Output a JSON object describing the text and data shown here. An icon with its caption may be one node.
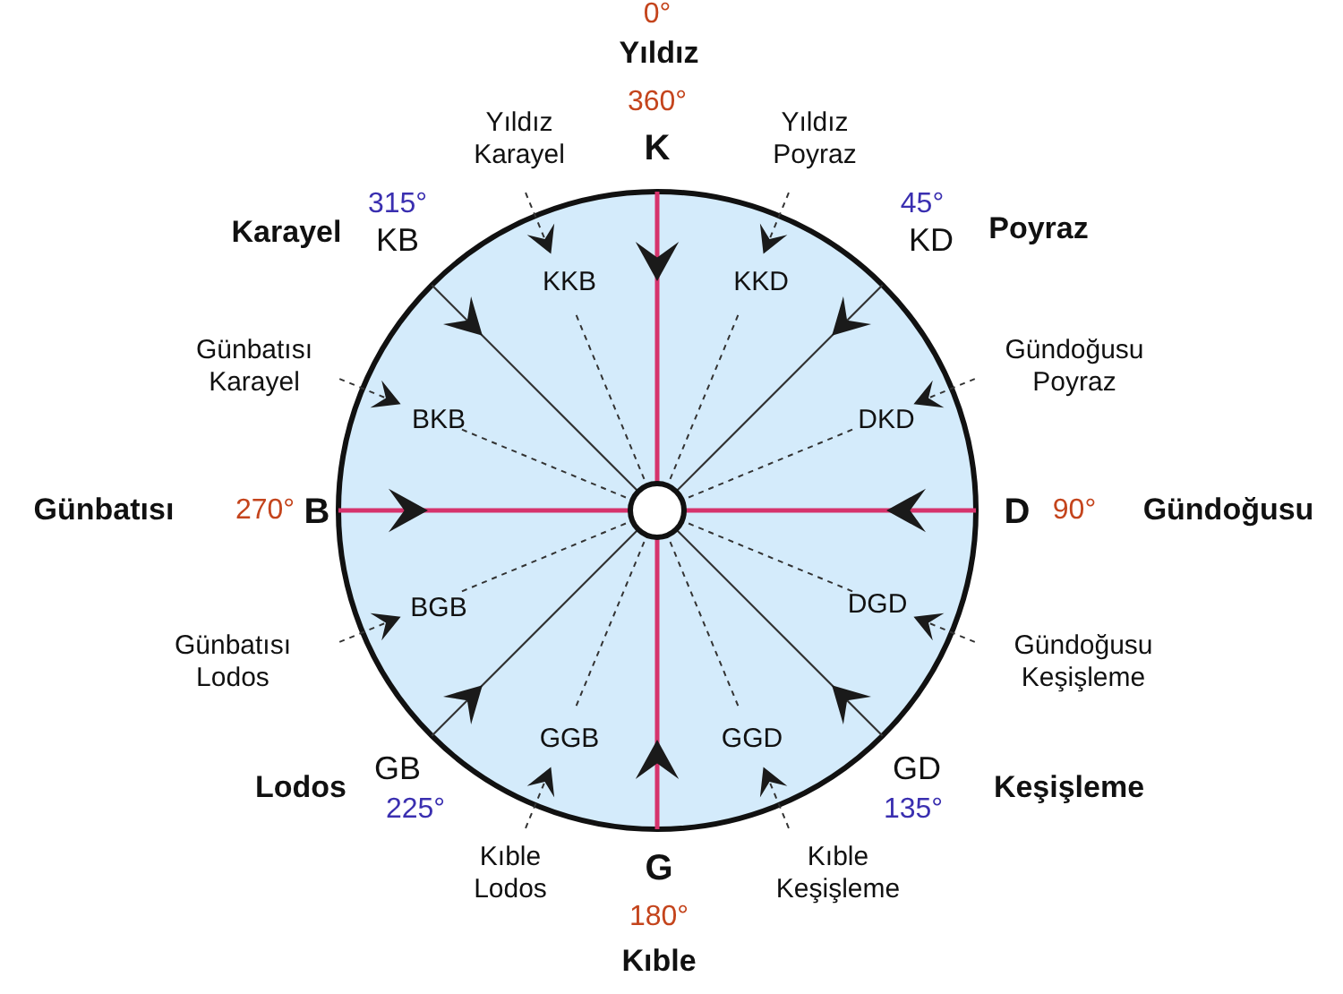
{
  "diagram": {
    "labels": [
      "0°",
      "Yıldız",
      "Yıldız Karayel",
      "360°",
      "K",
      "Yıldız Poyraz",
      "315°",
      "Karayel",
      "KB",
      "45°",
      "KD",
      "Poyraz",
      "KKB",
      "KKD",
      "Günbatısı Karayel",
      "Gündoğusu Poyraz",
      "BKB",
      "DKD",
      "Günbatısı",
      "270°",
      "B",
      "D",
      "90°",
      "Gündoğusu",
      "BGB",
      "DGD",
      "Günbatısı Lodos",
      "Gündoğusu Keşişleme",
      "GGB",
      "GGD",
      "GB",
      "Lodos",
      "GD",
      "Keşişleme",
      "225°",
      "135°",
      "Kıble Lodos",
      "G",
      "Kıble Keşişleme",
      "180°",
      "Kıble"
    ]
  }
}
